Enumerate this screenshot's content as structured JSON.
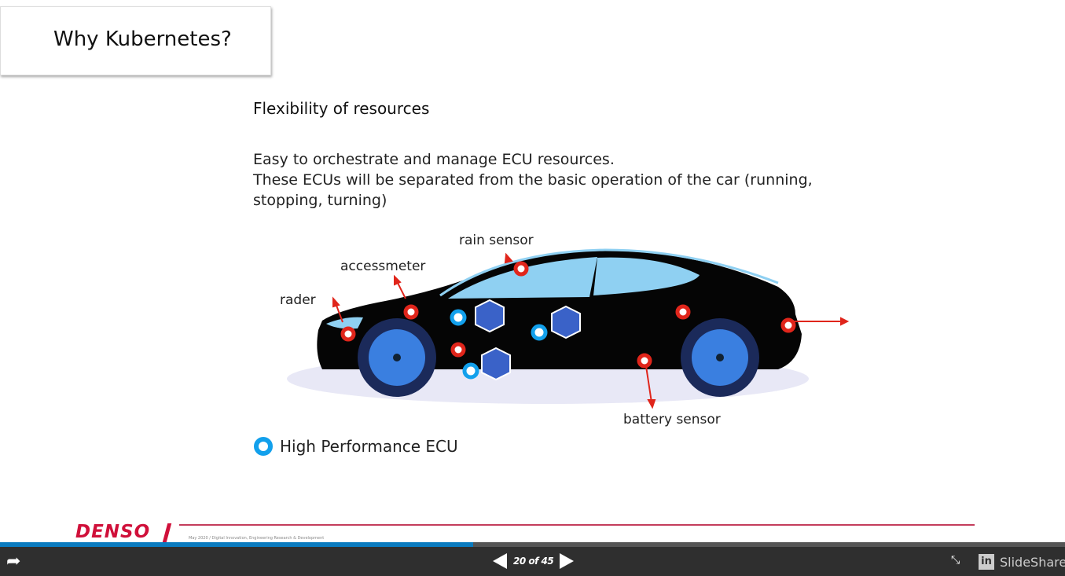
{
  "slide": {
    "title": "Why Kubernetes?",
    "heading": "Flexibility of resources",
    "body_lines": [
      "Easy to orchestrate and manage ECU resources.",
      "These ECUs will be separated from the basic operation of the car (running,",
      "stopping, turning)"
    ],
    "labels": {
      "rain": "rain sensor",
      "accessmeter": "accessmeter",
      "rader": "rader",
      "battery": "battery sensor"
    },
    "legend": "High Performance ECU",
    "brand": "DENSO",
    "footer": "May 2020 / Digital Innovation, Engineering Research & Development"
  },
  "viewer": {
    "page": "20 of 45",
    "progress_percent": 44.4,
    "brand": "SlideShare",
    "linkedin": "in"
  },
  "colors": {
    "sensor": "#e0251b",
    "ecu": "#12a0ec",
    "progress": "#0a7bbf",
    "bar": "#2f2f2f"
  }
}
